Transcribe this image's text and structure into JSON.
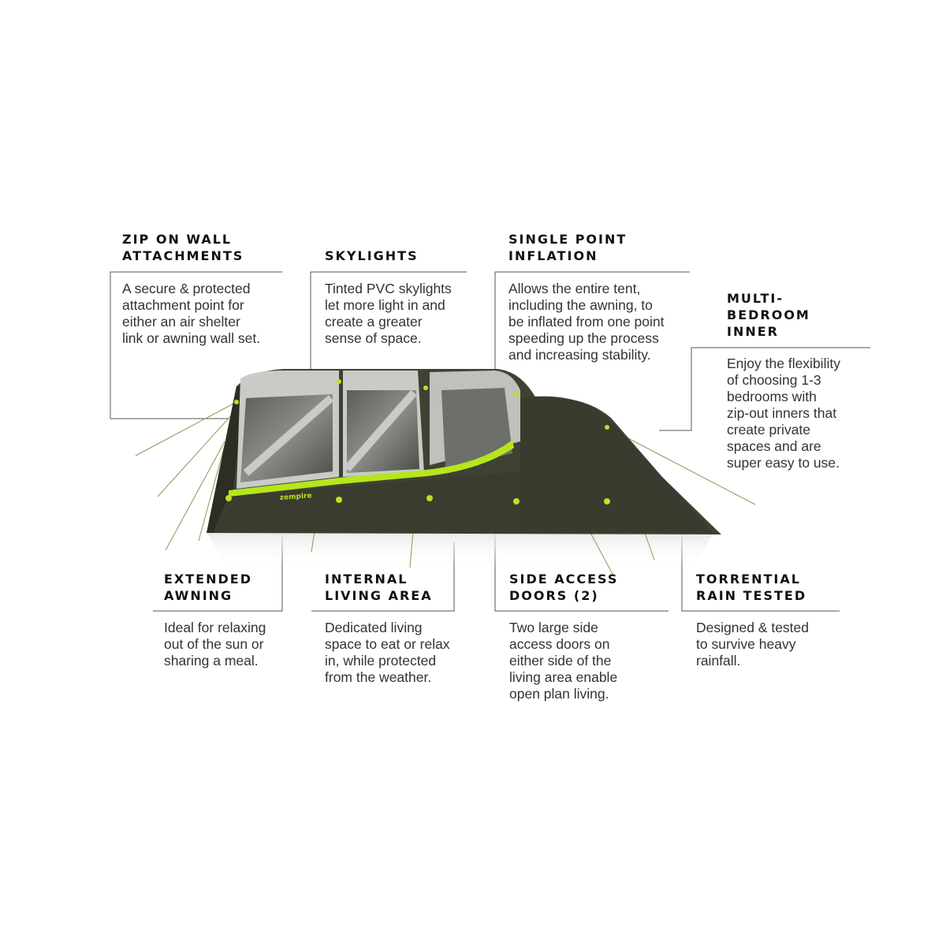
{
  "product": {
    "name": "tent-feature-diagram",
    "colors": {
      "tent_body": "#3f4133",
      "tent_dark": "#2c2d24",
      "panel_grey": "#c9cbc6",
      "accent_lime": "#b5e61d",
      "line_grey": "#555555"
    },
    "tent_logo_text": "zempire"
  },
  "features": [
    {
      "id": "zip-on-wall",
      "title": "ZIP ON WALL\nATTACHMENTS",
      "description": "A secure & protected\nattachment point for\neither an air shelter\nlink or awning wall set."
    },
    {
      "id": "skylights",
      "title": "SKYLIGHTS",
      "description": "Tinted PVC skylights\nlet more light in and\ncreate a greater\nsense of space."
    },
    {
      "id": "single-point-inflation",
      "title": "SINGLE POINT\nINFLATION",
      "description": "Allows the entire tent,\nincluding the awning, to\nbe inflated from one point\nspeeding up the process\nand increasing stability."
    },
    {
      "id": "multi-bedroom",
      "title": "MULTI-\nBEDROOM\nINNER",
      "description": "Enjoy the flexibility\nof choosing 1-3\nbedrooms with\nzip-out inners that\ncreate private\nspaces and are\nsuper easy to use."
    },
    {
      "id": "extended-awning",
      "title": "EXTENDED\nAWNING",
      "description": "Ideal for relaxing\nout of the sun or\nsharing a meal."
    },
    {
      "id": "internal-living",
      "title": "INTERNAL\nLIVING AREA",
      "description": "Dedicated living\nspace to eat or relax\nin, while protected\nfrom the weather."
    },
    {
      "id": "side-access-doors",
      "title": "SIDE ACCESS\nDOORS (2)",
      "description": "Two large side\naccess doors on\neither side of the\nliving area enable\nopen plan living."
    },
    {
      "id": "torrential-rain",
      "title": "TORRENTIAL\nRAIN TESTED",
      "description": "Designed & tested\nto survive heavy\nrainfall."
    }
  ]
}
